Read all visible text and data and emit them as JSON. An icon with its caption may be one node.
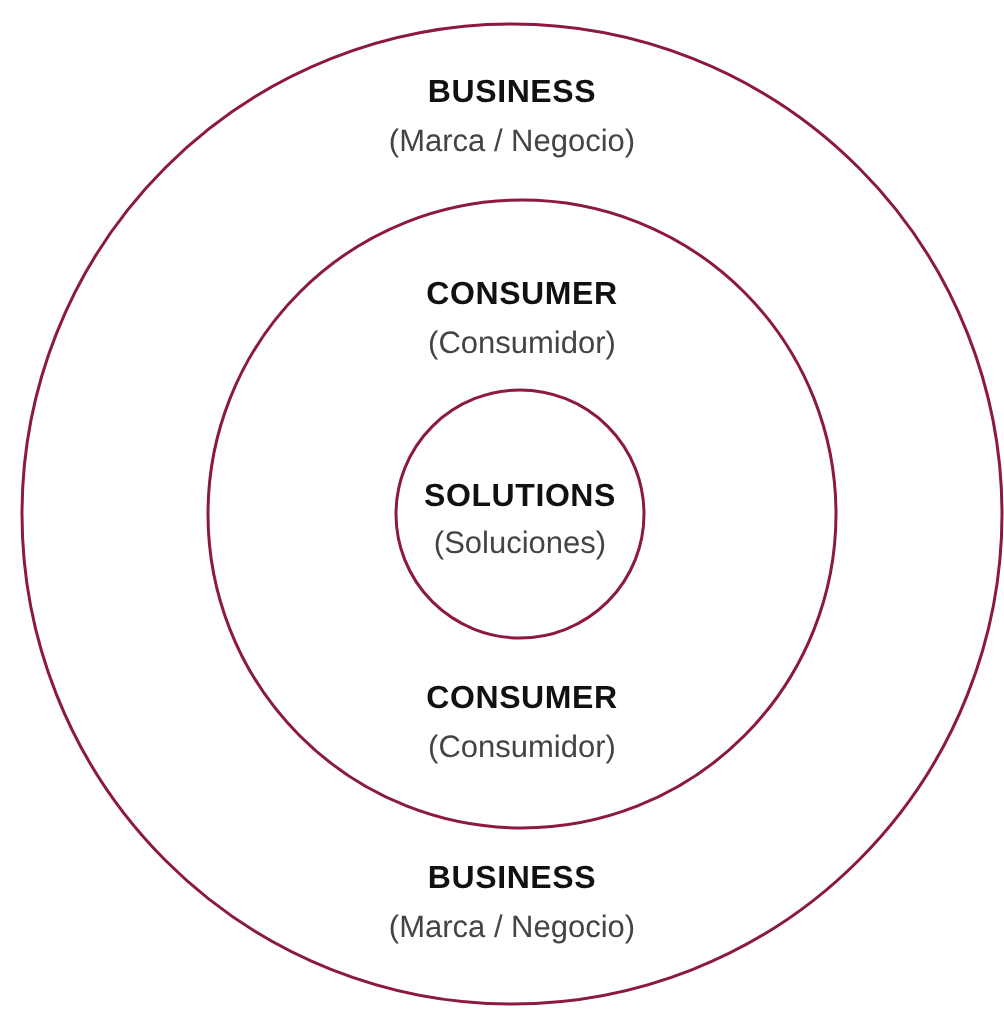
{
  "diagram": {
    "nodes": [
      {
        "text": [
          "BUSINESS",
          "(Marca / Negocio)",
          "BUSINESS",
          "(Marca / Negocio)"
        ]
      },
      {
        "text": [
          "CONSUMER",
          "(Consumidor)",
          "CONSUMER",
          "(Consumidor)"
        ],
        "in": 0
      },
      {
        "text": [
          "SOLUTIONS",
          "(Soluciones)"
        ],
        "in": 1
      }
    ]
  }
}
